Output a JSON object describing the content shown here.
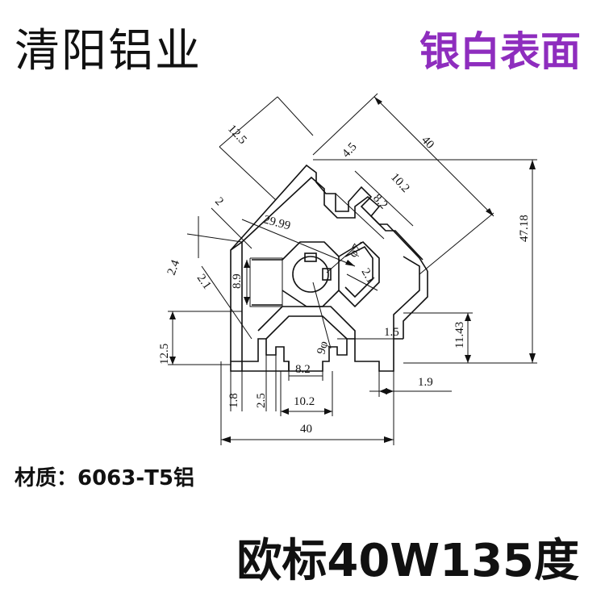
{
  "header": {
    "brand": "清阳铝业",
    "finish": "银白表面"
  },
  "footer": {
    "material": "材质：6063-T5铝",
    "product": "欧标40W135度"
  },
  "dimensions": {
    "d_12_5_top": "12.5",
    "d_40_diag": "40",
    "d_4_5": "4.5",
    "d_10_2_top": "10.2",
    "d_8_2_top": "8.2",
    "d_2": "2",
    "d_29_99": "29.99",
    "d_phi7": "φ7",
    "d_2_4": "2.4",
    "d_8_9": "8.9",
    "d_2_1_left": "2.1",
    "d_2_1_right": "2.1",
    "d_47_18": "47.18",
    "d_11_43": "11.43",
    "d_1_5": "1.5",
    "d_12_5_left": "12.5",
    "d_phi9": "9φ",
    "d_8_2_bottom": "8.2",
    "d_1_8": "1.8",
    "d_2_5": "2.5",
    "d_10_2_bottom": "10.2",
    "d_1_9": "1.9",
    "d_40_bottom": "40"
  }
}
